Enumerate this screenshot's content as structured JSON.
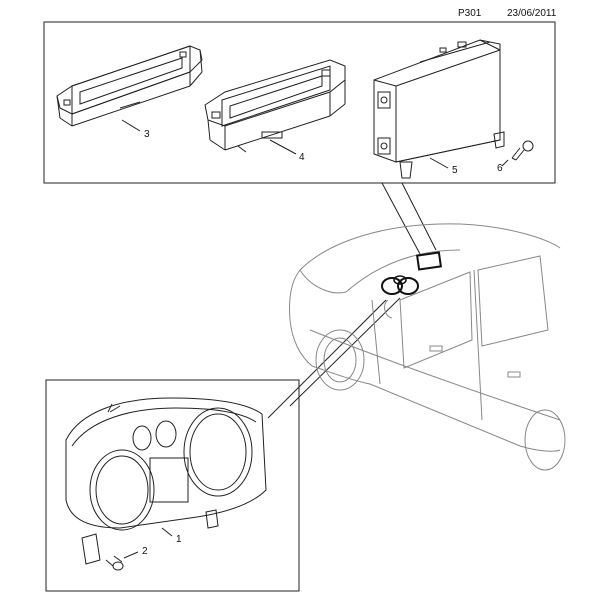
{
  "header": {
    "page_code": "P301",
    "date": "23/06/2011"
  },
  "callouts": {
    "c1": "1",
    "c2": "2",
    "c3": "3",
    "c4": "4",
    "c5": "5",
    "c6": "6"
  }
}
